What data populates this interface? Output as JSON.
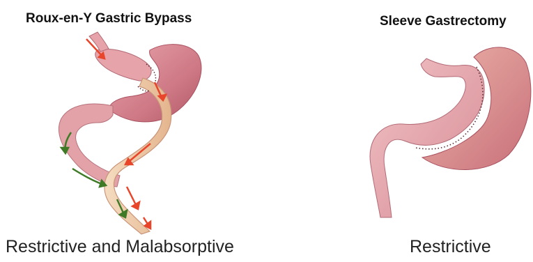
{
  "procedures": [
    {
      "title": "Roux-en-Y Gastric Bypass",
      "caption": "Restrictive and Malabsorptive"
    },
    {
      "title": "Sleeve Gastrectomy",
      "caption": "Restrictive"
    }
  ],
  "colors": {
    "stomach": "#d98b93",
    "stomach_dark": "#b75e6a",
    "limb": "#edc9a6",
    "limb_edge": "#c9957a",
    "arrow_food": "#e8452a",
    "arrow_digestive": "#3f7a26",
    "staple": "#5a2b33"
  }
}
